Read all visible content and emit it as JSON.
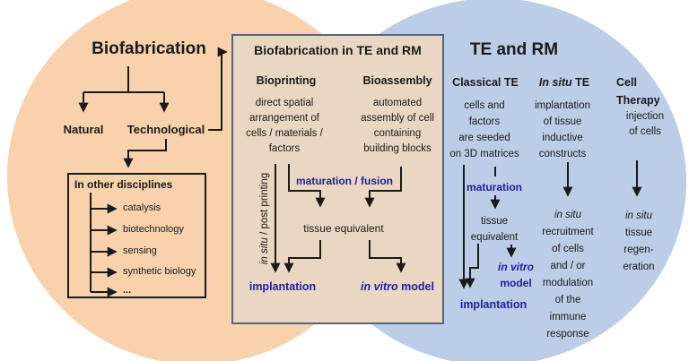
{
  "colors": {
    "left_ellipse": "#f7d2ac",
    "right_ellipse": "#bccde7",
    "center_box_fill": "#e9d7c2",
    "center_box_border": "#566480",
    "accent_text": "#1f1f9a",
    "text": "#1a1a1a"
  },
  "left": {
    "title": "Biofabrication",
    "branches": {
      "natural": "Natural",
      "technological": "Technological"
    },
    "disciplines": {
      "title": "In other disciplines",
      "items": [
        "catalysis",
        "biotechnology",
        "sensing",
        "synthetic biology",
        "..."
      ]
    }
  },
  "center_box": {
    "title": "Biofabrication in TE and RM",
    "bioprinting": {
      "header": "Bioprinting",
      "desc_lines": [
        "direct spatial",
        "arrangement of",
        "cells / materials /",
        "factors"
      ]
    },
    "bioassembly": {
      "header": "Bioassembly",
      "desc_lines": [
        "automated",
        "assembly of cell",
        "containing",
        "building blocks"
      ]
    },
    "side_label_italic": "in situ",
    "side_label_rest": " / post printing",
    "maturation_fusion": "maturation / fusion",
    "tissue_equivalent": "tissue equivalent",
    "implantation": "implantation",
    "invitro_italic": "in vitro",
    "invitro_rest": " model"
  },
  "right": {
    "title": "TE and RM",
    "classical": {
      "header": "Classical TE",
      "desc_lines": [
        "cells and",
        "factors",
        "are seeded",
        "on 3D matrices"
      ],
      "maturation": "maturation",
      "tissue_lines": [
        "tissue",
        "equivalent"
      ],
      "invitro_lines": [
        "in vitro",
        "model"
      ],
      "implantation": "implantation"
    },
    "insitu": {
      "header_italic": "In situ",
      "header_rest": " TE",
      "desc_lines": [
        "implantation",
        "of tissue",
        "inductive",
        "constructs"
      ],
      "result_italic": "in situ",
      "result_lines": [
        "recruitment",
        "of cells",
        "and / or",
        "modulation",
        "of the",
        "immune",
        "response"
      ]
    },
    "cell_therapy": {
      "header_lines": [
        "Cell",
        "Therapy"
      ],
      "desc_lines": [
        "injection",
        "of cells"
      ],
      "result_italic": "in situ",
      "result_lines": [
        "tissue",
        "regen-",
        "eration"
      ]
    }
  }
}
